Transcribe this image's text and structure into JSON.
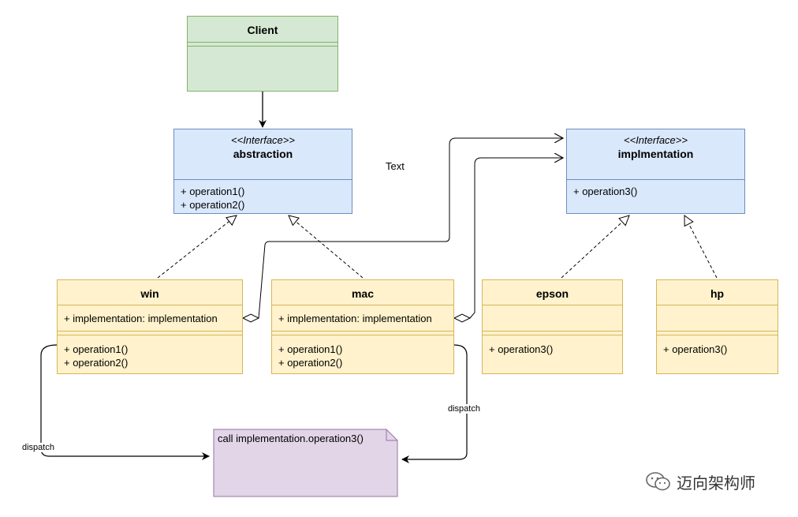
{
  "client": {
    "title": "Client"
  },
  "abstraction": {
    "stereotype": "<<Interface>>",
    "title": "abstraction",
    "methods": [
      "+ operation1()",
      "+ operation2()"
    ]
  },
  "implementation": {
    "stereotype": "<<Interface>>",
    "title": "implmentation",
    "methods": [
      "+ operation3()"
    ]
  },
  "win": {
    "title": "win",
    "attribute": "+ implementation: implementation",
    "methods": [
      "+ operation1()",
      "+ operation2()"
    ]
  },
  "mac": {
    "title": "mac",
    "attribute": "+ implementation: implementation",
    "methods": [
      "+ operation1()",
      "+ operation2()"
    ]
  },
  "epson": {
    "title": "epson",
    "methods": [
      "+ operation3()"
    ]
  },
  "hp": {
    "title": "hp",
    "methods": [
      "+ operation3()"
    ]
  },
  "floating_text": "Text",
  "note": {
    "text": "call implementation.operation3()"
  },
  "edge_labels": {
    "dispatch_left": "dispatch",
    "dispatch_right": "dispatch"
  },
  "watermark": "迈向架构师",
  "colors": {
    "class_fill": "#fff2cc",
    "class_border": "#d6b656",
    "interface_fill": "#dae8fc",
    "interface_border": "#6c8ebf",
    "client_fill": "#d5e8d4",
    "client_border": "#82b366",
    "note_fill": "#e1d5e7",
    "note_border": "#9673a6"
  }
}
